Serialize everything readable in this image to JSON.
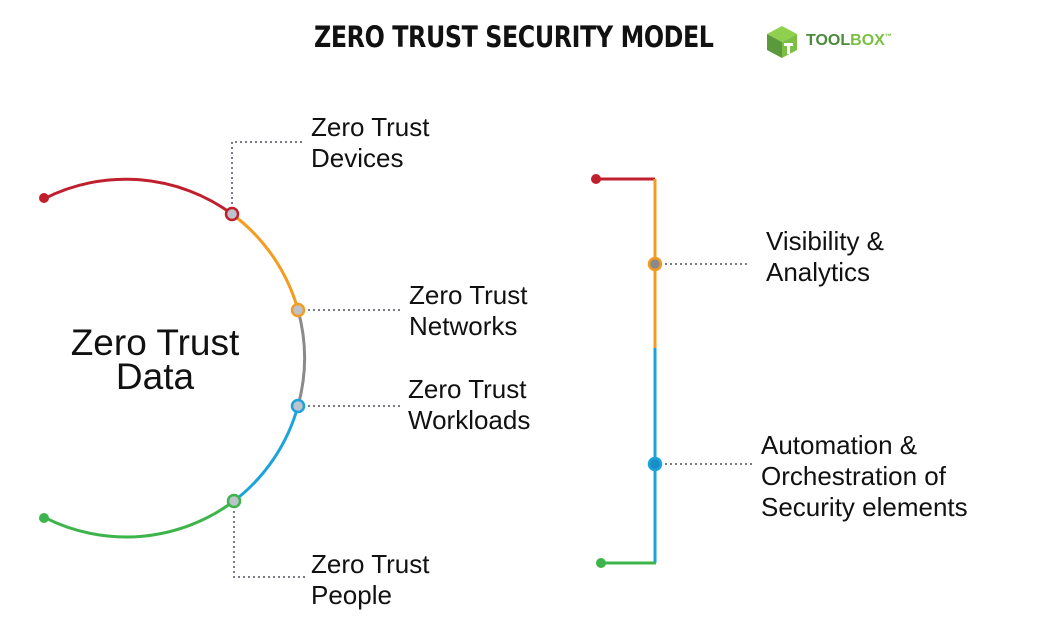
{
  "title": "ZERO TRUST SECURITY MODEL",
  "logo": {
    "text_a": "TOOL",
    "text_b": "BOX",
    "tm": "™",
    "icon": "cube-logo-icon"
  },
  "center": {
    "line1": "Zero Trust",
    "line2": "Data"
  },
  "arc_nodes": [
    {
      "line1": "Zero Trust",
      "line2": "Devices"
    },
    {
      "line1": "Zero Trust",
      "line2": "Networks"
    },
    {
      "line1": "Zero Trust",
      "line2": "Workloads"
    },
    {
      "line1": "Zero Trust",
      "line2": "People"
    }
  ],
  "bracket_nodes": [
    {
      "line1": "Visibility &",
      "line2": "Analytics"
    },
    {
      "line1": "Automation &",
      "line2": "Orchestration of",
      "line3": "Security elements"
    }
  ],
  "colors": {
    "red": "#c0202e",
    "orange": "#f39c20",
    "gray": "#8a8a8a",
    "blue": "#1ca3dc",
    "green": "#3db54a",
    "connector": "#7a7a8a",
    "logo_dark": "#4a8a39",
    "logo_light": "#7cc043"
  }
}
